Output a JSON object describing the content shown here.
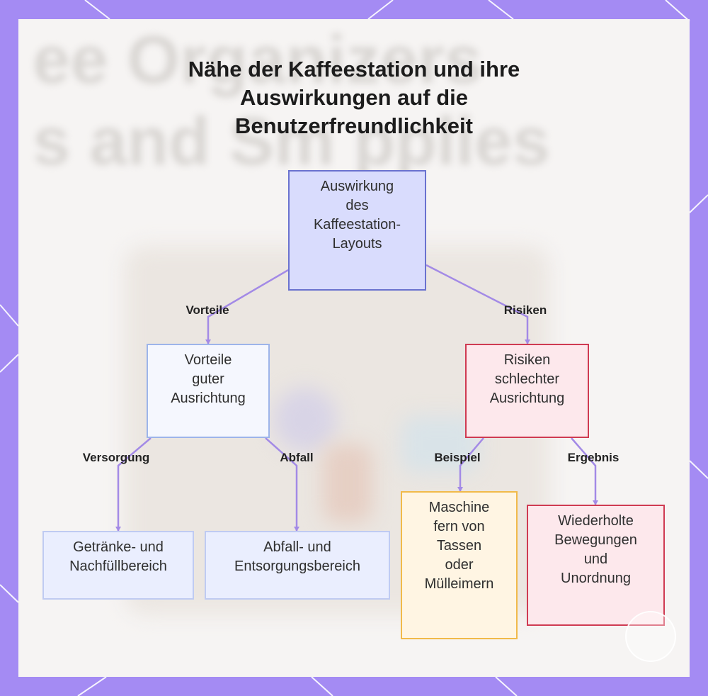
{
  "title": "Nähe der Kaffeestation und ihre Auswirkungen auf die Benutzerfreundlichkeit",
  "background_text": [
    "ee Organizers",
    "s and Sm    pplies"
  ],
  "colors": {
    "frame": "#a48bf3",
    "panel": "#f6f4f3",
    "edge": "#a38ae6",
    "root_fill": "#d9dcfd",
    "root_border": "#6a72cf",
    "advantage_border": "#9db4ea",
    "risk_fill": "#fde8ec",
    "risk_border": "#cf3b52",
    "example_fill": "#fff5e3",
    "example_border": "#f1ba4a"
  },
  "nodes": {
    "root": "Auswirkung\ndes\nKaffeestation-\nLayouts",
    "advantages": "Vorteile\nguter\nAusrichtung",
    "risks": "Risiken\nschlechter\nAusrichtung",
    "supply_area": "Getränke- und\nNachfüllbereich",
    "waste_area": "Abfall- und\nEntsorgungsbereich",
    "machine_far": "Maschine\nfern von\nTassen\noder\nMülleimern",
    "repeated_moves": "Wiederholte\nBewegungen\nund\nUnordnung"
  },
  "edge_labels": {
    "vorteile": "Vorteile",
    "risiken": "Risiken",
    "versorgung": "Versorgung",
    "abfall": "Abfall",
    "beispiel": "Beispiel",
    "ergebnis": "Ergebnis"
  }
}
